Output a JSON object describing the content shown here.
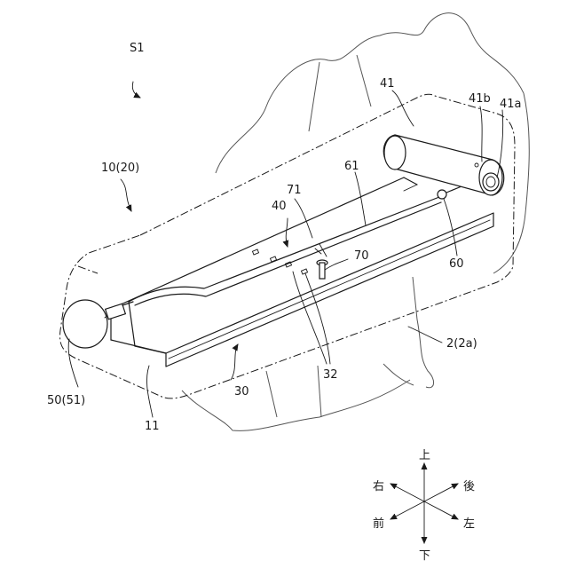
{
  "labels": {
    "s1": "S1",
    "unit": "10(20)",
    "r41": "41",
    "r41b": "41b",
    "r41a": "41a",
    "r61": "61",
    "r71": "71",
    "r40": "40",
    "r70": "70",
    "r60": "60",
    "seat": "2(2a)",
    "r32": "32",
    "r30": "30",
    "knob": "50(51)",
    "r11": "11"
  },
  "directions": {
    "up": "上",
    "down": "下",
    "right": "右",
    "front": "前",
    "rear": "後",
    "left": "左"
  }
}
